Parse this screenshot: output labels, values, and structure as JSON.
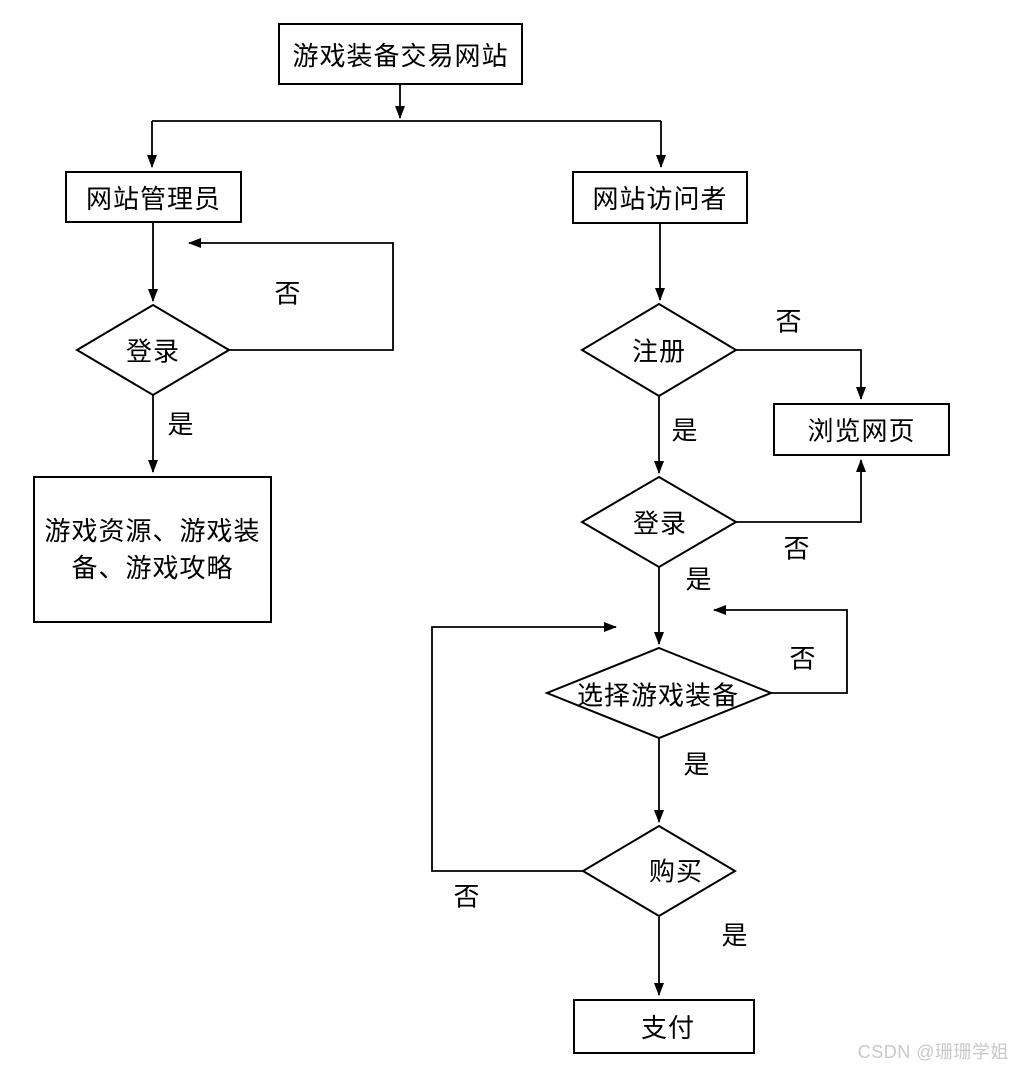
{
  "flowchart": {
    "nodes": {
      "root": "游戏装备交易网站",
      "admin": "网站管理员",
      "visitor": "网站访问者",
      "admin_login": "登录",
      "admin_resources": "游戏资源、游戏装备、游戏攻略",
      "register": "注册",
      "browse": "浏览网页",
      "visitor_login": "登录",
      "select_equipment": "选择游戏装备",
      "purchase": "购买",
      "pay": "支付"
    },
    "edge_labels": {
      "admin_login_no": "否",
      "admin_login_yes": "是",
      "register_no": "否",
      "register_yes": "是",
      "visitor_login_no": "否",
      "visitor_login_yes": "是",
      "select_no": "否",
      "select_yes": "是",
      "purchase_no": "否",
      "purchase_yes": "是"
    },
    "colors": {
      "stroke": "#000000",
      "background": "#ffffff"
    }
  },
  "watermark": {
    "text": "CSDN @珊珊学姐",
    "color": "#c9c9c9"
  }
}
